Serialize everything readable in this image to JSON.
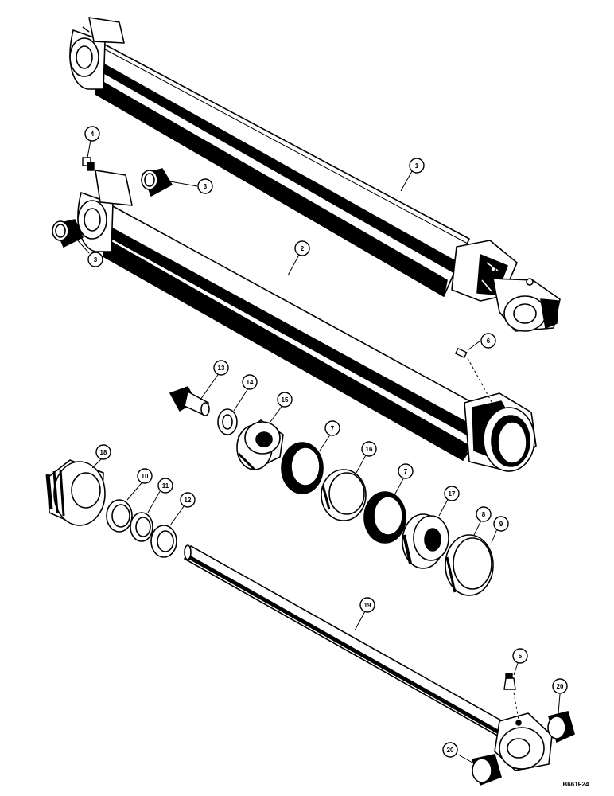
{
  "diagram": {
    "callouts": [
      {
        "id": "c1",
        "label": "1"
      },
      {
        "id": "c2",
        "label": "2"
      },
      {
        "id": "c3a",
        "label": "3"
      },
      {
        "id": "c3b",
        "label": "3"
      },
      {
        "id": "c4",
        "label": "4"
      },
      {
        "id": "c5",
        "label": "5"
      },
      {
        "id": "c6",
        "label": "6"
      },
      {
        "id": "c7a",
        "label": "7"
      },
      {
        "id": "c7b",
        "label": "7"
      },
      {
        "id": "c8",
        "label": "8"
      },
      {
        "id": "c9",
        "label": "9"
      },
      {
        "id": "c10",
        "label": "10"
      },
      {
        "id": "c11",
        "label": "11"
      },
      {
        "id": "c12",
        "label": "12"
      },
      {
        "id": "c13",
        "label": "13"
      },
      {
        "id": "c14",
        "label": "14"
      },
      {
        "id": "c15",
        "label": "15"
      },
      {
        "id": "c16",
        "label": "16"
      },
      {
        "id": "c17",
        "label": "17"
      },
      {
        "id": "c18",
        "label": "18"
      },
      {
        "id": "c19",
        "label": "19"
      },
      {
        "id": "c20a",
        "label": "20"
      },
      {
        "id": "c20b",
        "label": "20"
      }
    ],
    "reference_code": "B661F24"
  }
}
